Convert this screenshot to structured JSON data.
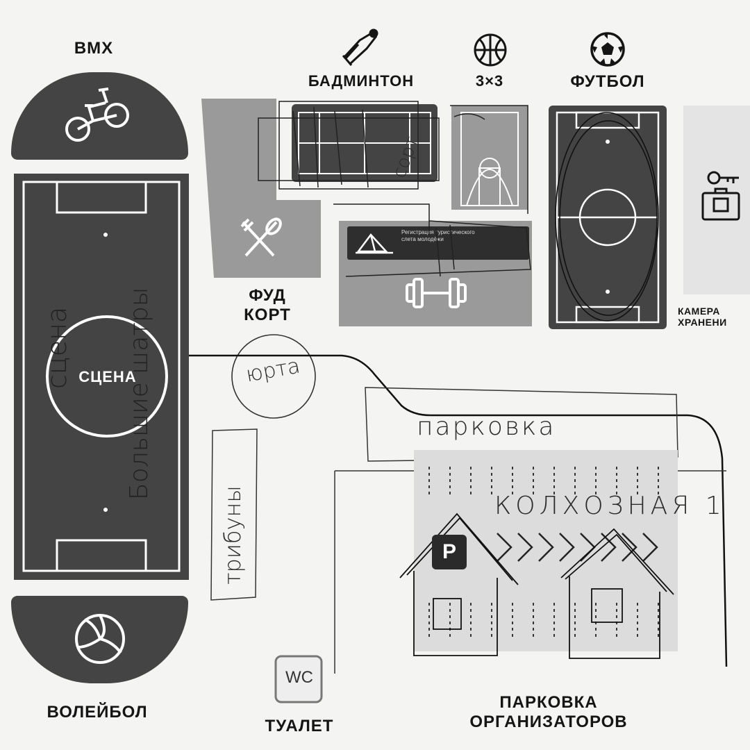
{
  "zones": {
    "bmx": "BMX",
    "badminton": "БАДМИНТОН",
    "three_x_three": "3×3",
    "football": "ФУТБОЛ",
    "food_court": "ФУД\nКОРТ",
    "storage": "КАМЕРА\nХРАНЕНИ",
    "stage": "СЦЕНА",
    "volleyball": "ВОЛЕЙБОЛ",
    "toilet": "ТУАЛЕТ",
    "organizers_parking": "ПАРКОВКА\nОРГАНИЗАТОРОВ",
    "tourist_registration": "Регистрация туристического слета молодёжи",
    "parking_sign": "P",
    "wc_sign": "WC"
  },
  "handwritten": {
    "yurt": "юрта",
    "parking": "парковка",
    "street": "КОЛХОЗНАЯ 1",
    "stands": "трибуны",
    "stage_note": "сцена",
    "vertical_note": "Большие шатры",
    "court_note": "сорт"
  },
  "icons": {
    "bmx": "bicycle-icon",
    "badminton": "shuttlecock-icon",
    "basketball": "basketball-icon",
    "football": "soccer-ball-icon",
    "food": "fork-spoon-icon",
    "storage": "key-luggage-icon",
    "gym": "dumbbell-icon",
    "tent": "tent-icon",
    "volleyball": "volleyball-icon"
  },
  "colors": {
    "dark_zone": "#444444",
    "grey_zone": "#9a9a9a",
    "light_zone": "#e4e4e4",
    "ink": "#151515"
  }
}
